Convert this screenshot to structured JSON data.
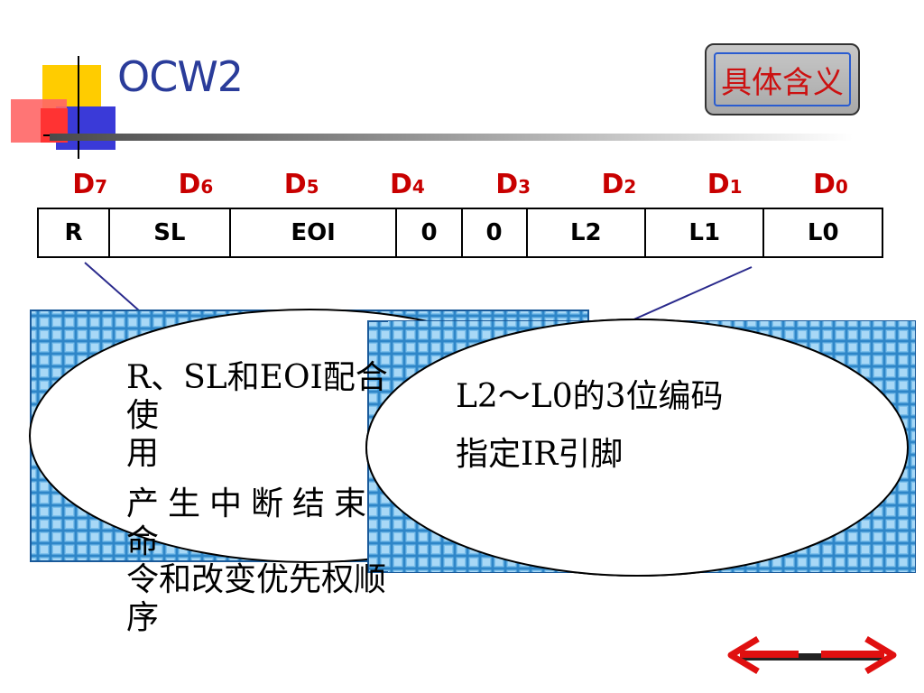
{
  "slide": {
    "title": "OCW2",
    "meaning_button_label": "具体含义"
  },
  "bits": {
    "labels": [
      {
        "main": "D",
        "sub": "7"
      },
      {
        "main": "D",
        "sub": "6"
      },
      {
        "main": "D",
        "sub": "5"
      },
      {
        "main": "D",
        "sub": "4"
      },
      {
        "main": "D",
        "sub": "3"
      },
      {
        "main": "D",
        "sub": "2"
      },
      {
        "main": "D",
        "sub": "1"
      },
      {
        "main": "D",
        "sub": "0"
      }
    ],
    "values": [
      "R",
      "SL",
      "EOI",
      "0",
      "0",
      "L2",
      "L1",
      "L0"
    ]
  },
  "callouts": {
    "left": {
      "line1": "R、SL和EOI配合使",
      "line2": "用",
      "line3": "产生中断结束命",
      "line4": "令和改变优先权顺序"
    },
    "right": {
      "line1": "L2～L0的3位编码",
      "line2": "指定IR引脚"
    }
  },
  "colors": {
    "title": "#2a3c9a",
    "bit_label": "#c80000",
    "button_text": "#cc1111",
    "arrow_line": "#2a2a8c",
    "callout_frame": "#3a90c8",
    "nav_arrow": "#e01010"
  },
  "icons": {
    "nav": "left-right-arrow-icon"
  }
}
